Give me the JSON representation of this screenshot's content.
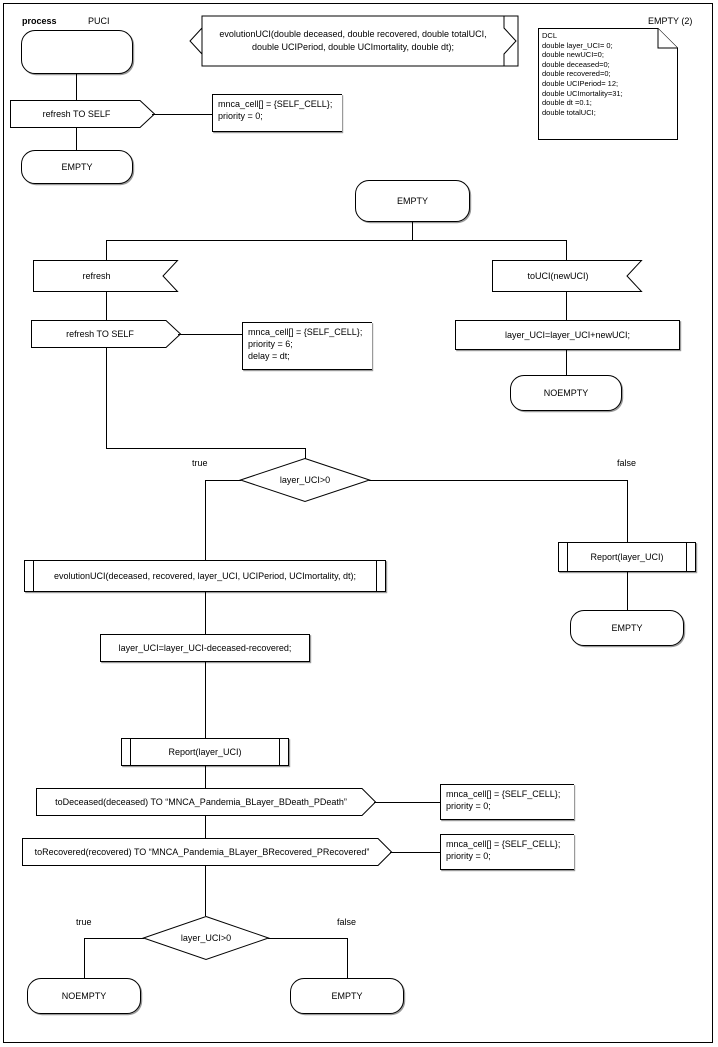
{
  "diagram": {
    "kind": "SDL process diagram",
    "header": {
      "keyword": "process",
      "name": "PUCI",
      "page_label": "EMPTY (2)"
    },
    "procedure_declaration": {
      "line1": "evolutionUCI(double deceased, double recovered, double totalUCI,",
      "line2": "double UCIPeriod, double UCImortality, double dt);"
    },
    "dcl_note": {
      "title": "DCL",
      "lines": [
        "double layer_UCI= 0;",
        "double newUCI=0;",
        "double deceased=0;",
        "double recovered=0;",
        "double UCIPeriod= 12;",
        "double UCImortality=31;",
        "double dt =0.1;",
        "double totalUCI;"
      ]
    },
    "start_state": {
      "label": ""
    },
    "nodes": {
      "start_output_refresh_self": "refresh TO SELF",
      "start_comment": {
        "line1": "mnca_cell[] = {SELF_CELL};",
        "line2": "priority = 0;"
      },
      "state_empty_top": "EMPTY",
      "state_empty_main": "EMPTY",
      "input_refresh": "refresh",
      "output_refresh_self": "refresh TO SELF",
      "refresh_comment": {
        "line1": "mnca_cell[] = {SELF_CELL};",
        "line2": "priority = 6;",
        "line3": "delay = dt;"
      },
      "input_touci": "toUCI(newUCI)",
      "task_layer_add": "layer_UCI=layer_UCI+newUCI;",
      "state_noempty_right": "NOEMPTY",
      "decision_top": "layer_UCI>0",
      "decision_top_true": "true",
      "decision_top_false": "false",
      "proc_call_evolution": "evolutionUCI(deceased, recovered, layer_UCI, UCIPeriod, UCImortality, dt);",
      "task_layer_sub": "layer_UCI=layer_UCI-deceased-recovered;",
      "proc_call_report_left": "Report(layer_UCI)",
      "proc_call_report_right": "Report(layer_UCI)",
      "state_empty_false_branch": "EMPTY",
      "output_todeceased": "toDeceased(deceased) TO “MNCA_Pandemia_BLayer_BDeath_PDeath”",
      "todeceased_comment": {
        "line1": "mnca_cell[] = {SELF_CELL};",
        "line2": "priority = 0;"
      },
      "output_torecovered": "toRecovered(recovered) TO “MNCA_Pandemia_BLayer_BRecovered_PRecovered”",
      "torecovered_comment": {
        "line1": "mnca_cell[] = {SELF_CELL};",
        "line2": "priority = 0;"
      },
      "decision_bottom": "layer_UCI>0",
      "decision_bottom_true": "true",
      "decision_bottom_false": "false",
      "state_noempty_bottom": "NOEMPTY",
      "state_empty_bottom": "EMPTY"
    },
    "colors": {
      "stroke": "#000000",
      "shadow": "#9a9a9a",
      "background": "#ffffff"
    }
  }
}
